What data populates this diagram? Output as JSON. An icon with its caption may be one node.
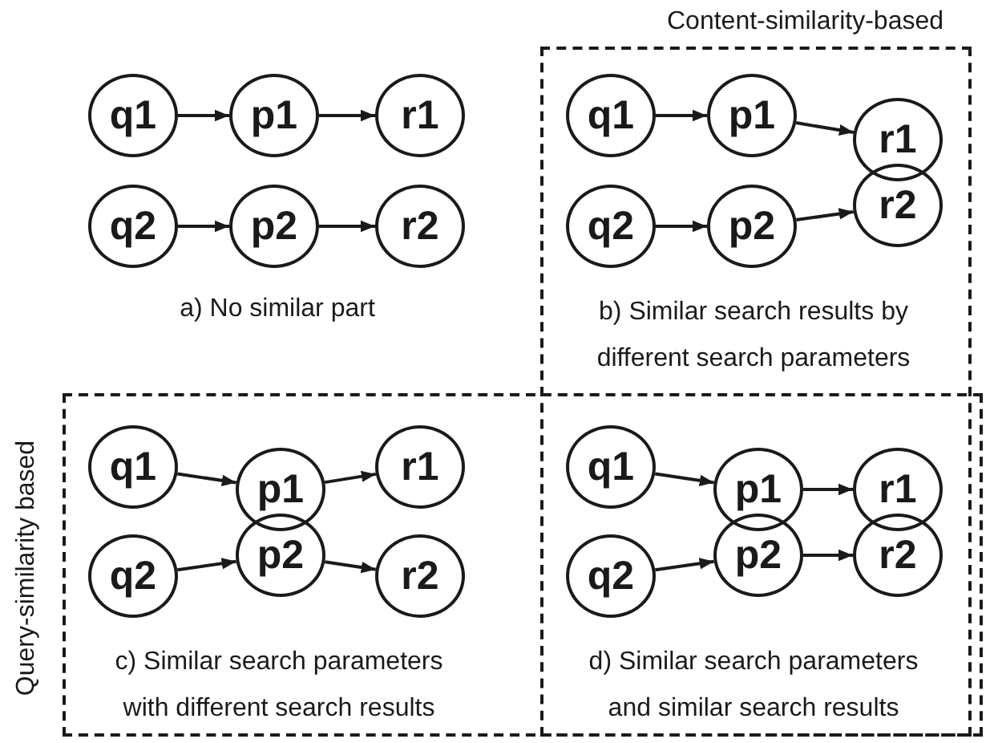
{
  "diagram": {
    "nodes": [
      {
        "text": [
          "Content-similarity-based"
        ]
      },
      {
        "text": [
          "q1"
        ]
      },
      {
        "text": [
          "p1"
        ]
      },
      {
        "text": [
          "r1"
        ]
      },
      {
        "text": [
          "q2"
        ]
      },
      {
        "text": [
          "p2"
        ]
      },
      {
        "text": [
          "r2"
        ]
      },
      {
        "text": [
          "q1"
        ],
        "in": 0
      },
      {
        "text": [
          "p1"
        ],
        "in": 0
      },
      {
        "text": [
          "r1"
        ],
        "in": 0
      },
      {
        "text": [
          "q2"
        ],
        "in": 0
      },
      {
        "text": [
          "p2"
        ],
        "in": 0
      },
      {
        "text": [
          "r2"
        ],
        "in": 0
      },
      {
        "text": [
          "Query-similarity based"
        ]
      },
      {
        "text": [
          "q1"
        ],
        "in": 13
      },
      {
        "text": [
          "p1"
        ],
        "in": 13
      },
      {
        "text": [
          "r1"
        ],
        "in": 13
      },
      {
        "text": [
          "q2"
        ],
        "in": 13
      },
      {
        "text": [
          "p2"
        ],
        "in": 13
      },
      {
        "text": [
          "r2"
        ],
        "in": 13
      },
      {
        "text": [
          "q1"
        ]
      },
      {
        "text": [
          "p1"
        ]
      },
      {
        "text": [
          "r1"
        ]
      },
      {
        "text": [
          "q2"
        ]
      },
      {
        "text": [
          "p2"
        ]
      },
      {
        "text": [
          "r2"
        ]
      }
    ],
    "edges": [
      {
        "from": 1,
        "to": 2,
        "arrow": "to"
      },
      {
        "from": 2,
        "to": 3,
        "arrow": "to"
      },
      {
        "from": 4,
        "to": 5,
        "arrow": "to"
      },
      {
        "from": 5,
        "to": 6,
        "arrow": "to"
      },
      {
        "from": 7,
        "to": 8,
        "arrow": "to"
      },
      {
        "from": 8,
        "to": 9,
        "arrow": "to"
      },
      {
        "from": 10,
        "to": 11,
        "arrow": "to"
      },
      {
        "from": 11,
        "to": 12,
        "arrow": "to"
      },
      {
        "from": 14,
        "to": 15,
        "arrow": "to"
      },
      {
        "from": 15,
        "to": 16,
        "arrow": "to"
      },
      {
        "from": 17,
        "to": 18,
        "arrow": "to"
      },
      {
        "from": 18,
        "to": 19,
        "arrow": "to"
      },
      {
        "from": 20,
        "to": 21,
        "arrow": "to"
      },
      {
        "from": 21,
        "to": 22,
        "arrow": "to"
      },
      {
        "from": 23,
        "to": 24,
        "arrow": "to"
      },
      {
        "from": 24,
        "to": 25,
        "arrow": "to"
      }
    ],
    "labels": [
      "a) No similar part",
      "b) Similar search results by different search parameters",
      "c) Similar search parameters with different search results",
      "d) Similar search parameters and similar search results"
    ]
  }
}
